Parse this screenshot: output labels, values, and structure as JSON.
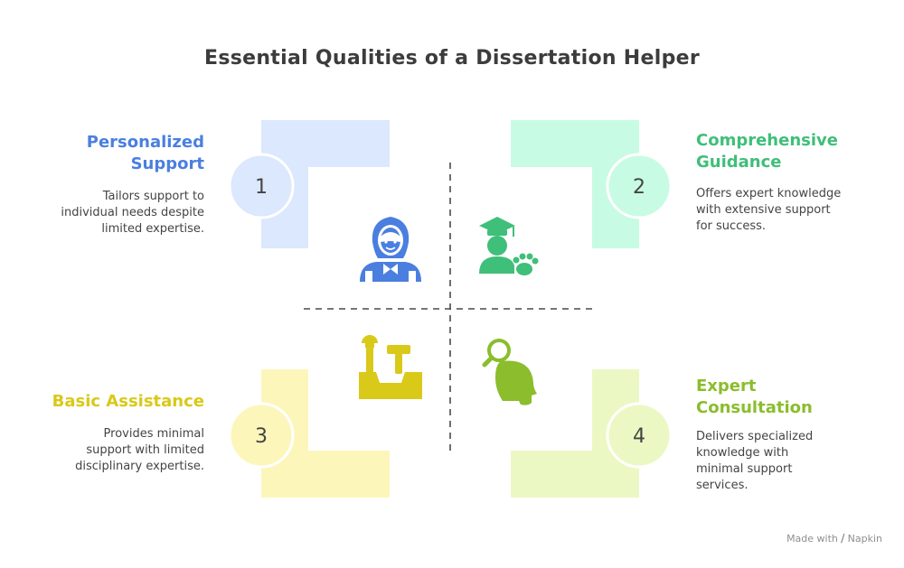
{
  "title": "Essential Qualities of a Dissertation Helper",
  "colors": {
    "blue": "#4a7fe0",
    "blue_light": "#dbe8fd",
    "mint": "#3fbf79",
    "mint_light": "#c8fbe4",
    "yellow": "#d9c919",
    "yellow_light": "#fdf6bb",
    "lime": "#8bbd2d",
    "lime_light": "#ebf8c3"
  },
  "quadrants": [
    {
      "number": "1",
      "heading_lines": [
        "Personalized",
        "Support"
      ],
      "description_lines": [
        "Tailors support to",
        "individual needs despite",
        "limited expertise."
      ],
      "icon": "person-with-bowtie-icon"
    },
    {
      "number": "2",
      "heading_lines": [
        "Comprehensive",
        "Guidance"
      ],
      "description_lines": [
        "Offers expert knowledge",
        "with extensive support",
        "for success."
      ],
      "icon": "graduate-with-paw-icon"
    },
    {
      "number": "3",
      "heading_lines": [
        "Basic Assistance"
      ],
      "description_lines": [
        "Provides minimal",
        "support with limited",
        "disciplinary expertise."
      ],
      "icon": "toolbox-icon"
    },
    {
      "number": "4",
      "heading_lines": [
        "Expert",
        "Consultation"
      ],
      "description_lines": [
        "Delivers specialized",
        "knowledge with",
        "minimal support",
        "services."
      ],
      "icon": "head-magnifier-icon"
    }
  ],
  "brand": {
    "made_with": "Made with",
    "name": "Napkin"
  }
}
